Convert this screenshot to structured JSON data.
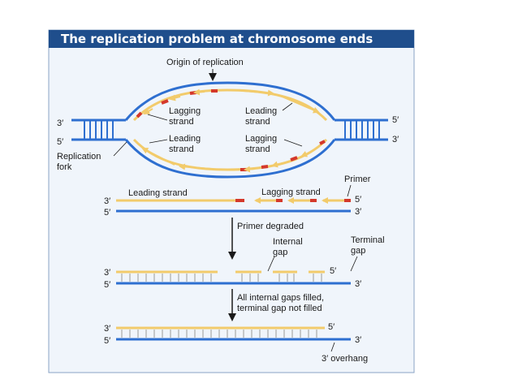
{
  "title": "The replication problem at chromosome ends",
  "colors": {
    "title_bg": "#1f4e8c",
    "panel_bg": "#f0f5fb",
    "blue_strand": "#2e6fd0",
    "yellow_strand": "#f2cb6b",
    "primer_red": "#d4382b"
  },
  "bubble": {
    "origin_label": "Origin of replication",
    "top_left": [
      "Lagging",
      "strand"
    ],
    "top_right": [
      "Leading",
      "strand"
    ],
    "bottom_left": [
      "Leading",
      "strand"
    ],
    "bottom_right": [
      "Lagging",
      "strand"
    ],
    "fork_label": [
      "Replication",
      "fork"
    ],
    "end_3_left": "3′",
    "end_5_left": "5′",
    "end_5_right": "5′",
    "end_3_right": "3′"
  },
  "step1": {
    "leading_label": "Leading strand",
    "lagging_label": "Lagging strand",
    "primer_label": "Primer",
    "left_top": "3′",
    "left_bottom": "5′",
    "right_top": "5′",
    "right_bottom": "3′"
  },
  "arrow1_label": "Primer degraded",
  "step2": {
    "internal_gap_label": [
      "Internal",
      "gap"
    ],
    "terminal_gap_label": [
      "Terminal",
      "gap"
    ],
    "left_top": "3′",
    "left_bottom": "5′",
    "right_top": "5′",
    "right_bottom": "3′"
  },
  "arrow2_label": [
    "All internal gaps filled,",
    "terminal gap not filled"
  ],
  "step3": {
    "left_top": "3′",
    "left_bottom": "5′",
    "right_top": "5′",
    "right_bottom": "3′",
    "overhang_label": "3′ overhang"
  }
}
